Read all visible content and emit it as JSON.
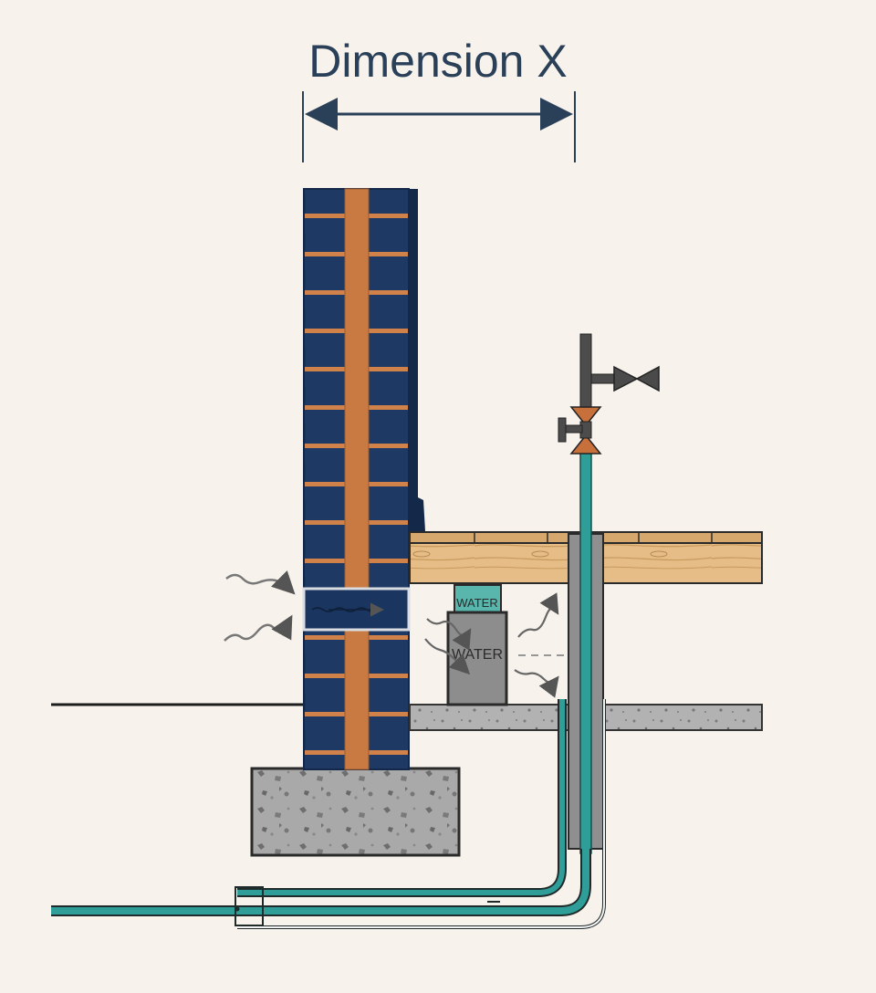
{
  "diagram": {
    "title": "Dimension X",
    "labels": {
      "water_top": "WATER",
      "water_main": "WATER"
    },
    "colors": {
      "background": "#f7f3ec",
      "brick_blue": "#1e3a64",
      "mortar_orange": "#d0824a",
      "wood": "#e6bd86",
      "concrete": "#a7a7a7",
      "pipe_teal": "#2f9e98",
      "valve_orange": "#c8703c",
      "ink": "#2a3f58"
    },
    "icons": {
      "valve": "gate-valve-icon",
      "air_flow": "wavy-arrow-icon"
    }
  }
}
